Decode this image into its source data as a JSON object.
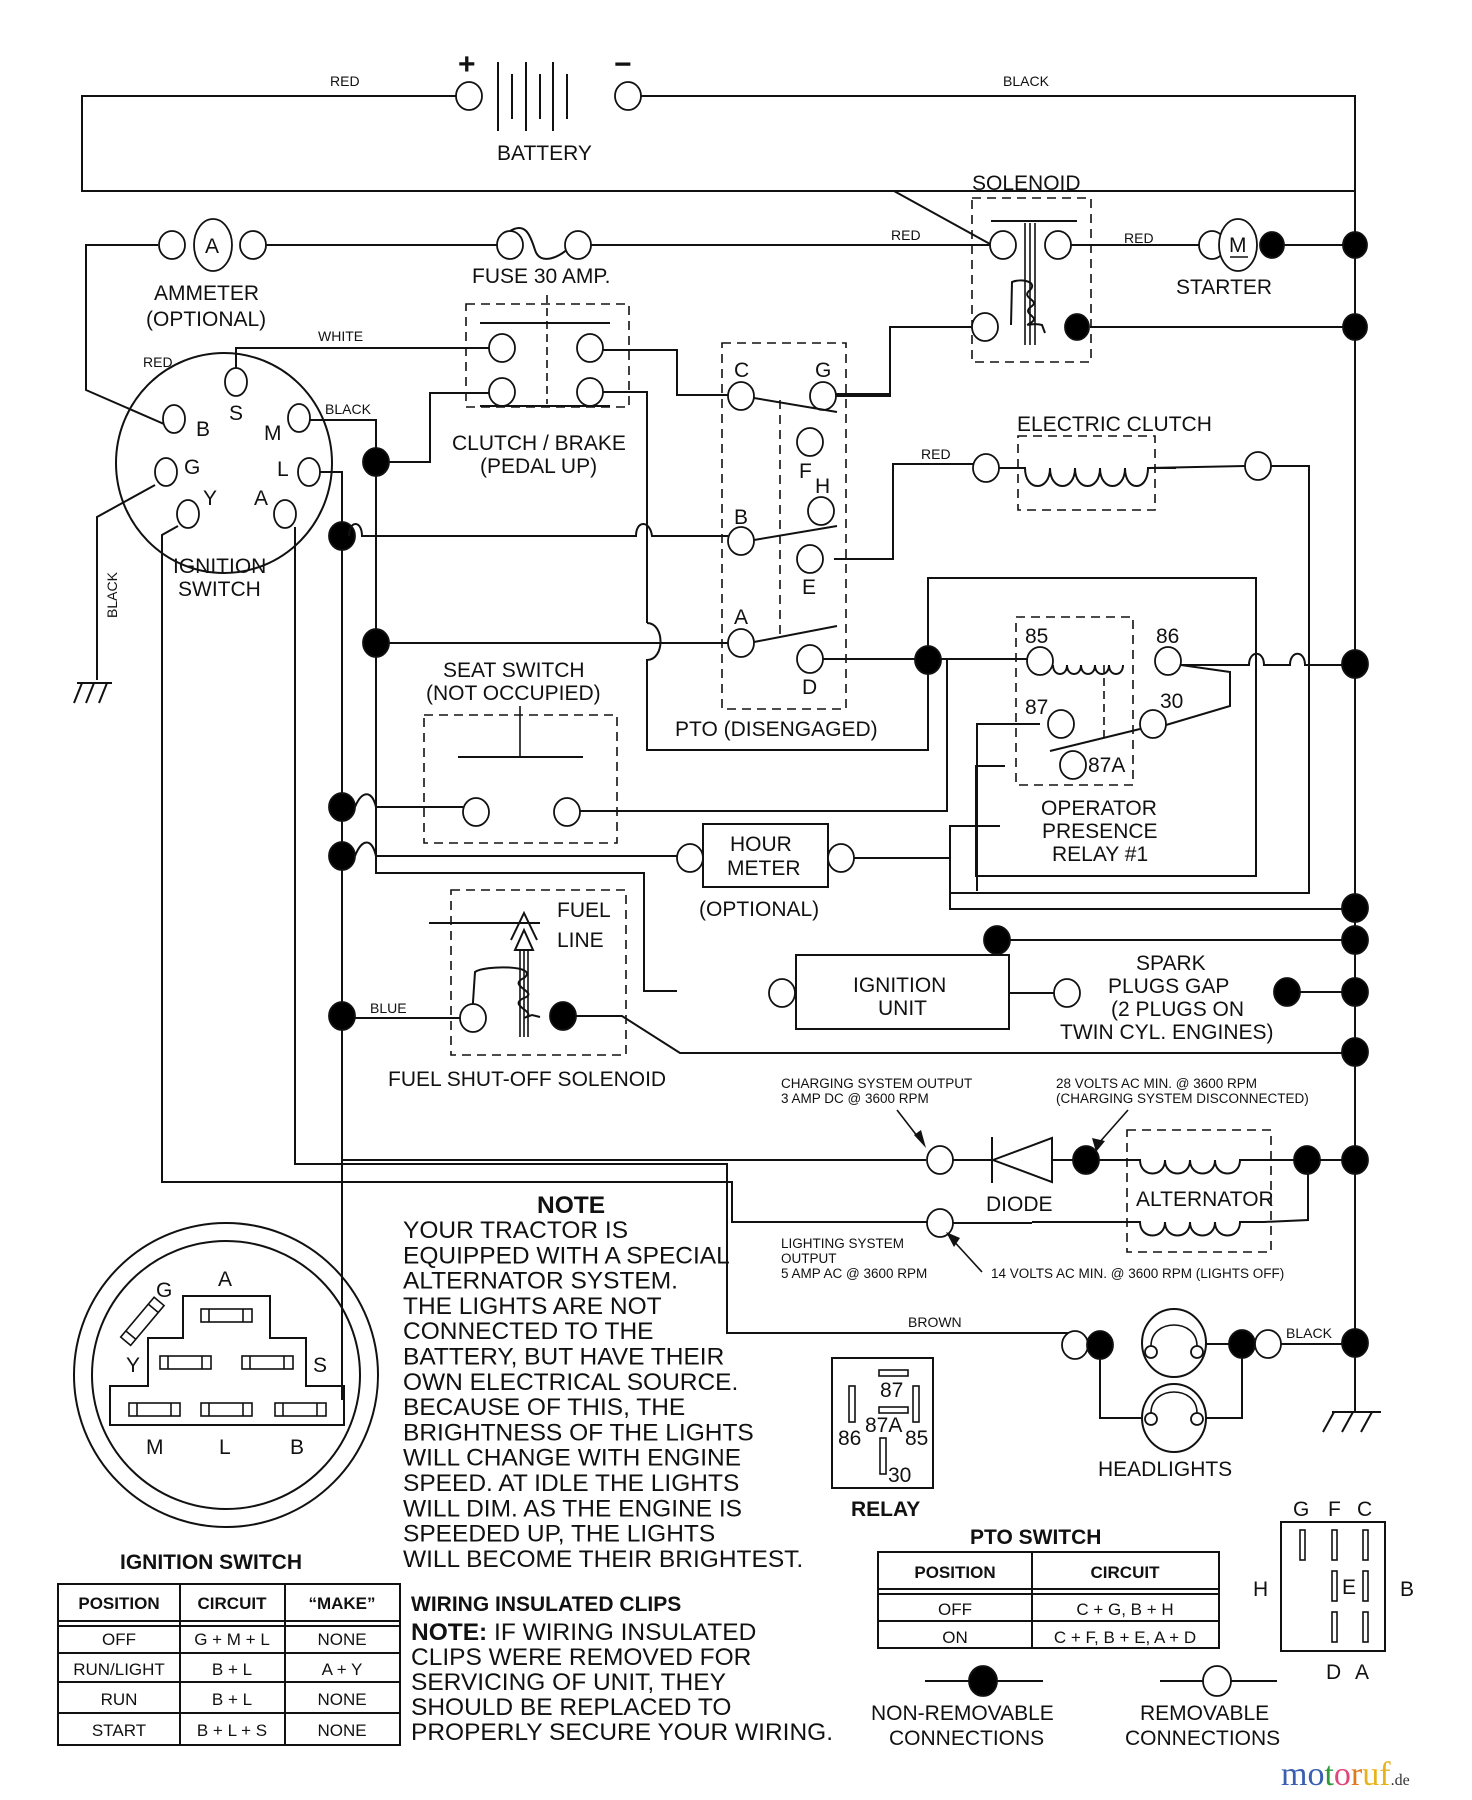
{
  "diagram": {
    "title": "Lawn tractor wiring schematic",
    "wire_colors": {
      "battery_pos": "RED",
      "battery_neg": "BLACK",
      "solenoid_in": "RED",
      "starter": "RED",
      "ignition_s": "WHITE",
      "ignition_b": "RED",
      "ignition_m": "BLACK",
      "ground": "BLACK",
      "clutch": "RED",
      "fuel": "BLUE",
      "lights": "BROWN",
      "lights_ground": "BLACK"
    },
    "components": {
      "battery": "BATTERY",
      "battery_plus": "+",
      "battery_minus": "−",
      "solenoid": "SOLENOID",
      "starter": "STARTER",
      "starter_symbol": "M",
      "ammeter_symbol": "A",
      "ammeter_l1": "AMMETER",
      "ammeter_l2": "(OPTIONAL)",
      "fuse": "FUSE 30 AMP.",
      "clutch_brake_l1": "CLUTCH / BRAKE",
      "clutch_brake_l2": "(PEDAL UP)",
      "ignition_switch_l1": "IGNITION",
      "ignition_switch_l2": "SWITCH",
      "ign_terminals": {
        "S": "S",
        "B": "B",
        "M": "M",
        "G": "G",
        "L": "L",
        "Y": "Y",
        "A": "A"
      },
      "pto_terminals": {
        "C": "C",
        "G": "G",
        "F": "F",
        "H": "H",
        "B": "B",
        "E": "E",
        "A": "A",
        "D": "D"
      },
      "pto_label": "PTO (DISENGAGED)",
      "electric_clutch": "ELECTRIC CLUTCH",
      "seat_switch_l1": "SEAT SWITCH",
      "seat_switch_l2": "(NOT OCCUPIED)",
      "relay_terminals": {
        "t85": "85",
        "t86": "86",
        "t87": "87",
        "t30": "30",
        "t87a": "87A"
      },
      "opr_l1": "OPERATOR",
      "opr_l2": "PRESENCE",
      "opr_l3": "RELAY #1",
      "hour_meter_l1": "HOUR",
      "hour_meter_l2": "METER",
      "hour_meter_opt": "(OPTIONAL)",
      "fuel_line_l1": "FUEL",
      "fuel_line_l2": "LINE",
      "fuel_solenoid": "FUEL SHUT-OFF SOLENOID",
      "ignition_unit_l1": "IGNITION",
      "ignition_unit_l2": "UNIT",
      "spark_l1": "SPARK",
      "spark_l2": "PLUGS GAP",
      "spark_l3": "(2 PLUGS ON",
      "spark_l4": "TWIN CYL. ENGINES)",
      "diode": "DIODE",
      "alternator": "ALTERNATOR",
      "headlights": "HEADLIGHTS"
    },
    "annotations": {
      "charging_output_l1": "CHARGING SYSTEM OUTPUT",
      "charging_output_l2": "3 AMP DC @ 3600 RPM",
      "volts28_l1": "28 VOLTS AC MIN. @ 3600 RPM",
      "volts28_l2": "(CHARGING SYSTEM DISCONNECTED)",
      "lighting_output_l1": "LIGHTING SYSTEM",
      "lighting_output_l2": "OUTPUT",
      "lighting_output_l3": "5 AMP AC @ 3600 RPM",
      "volts14": "14 VOLTS AC MIN. @ 3600 RPM (LIGHTS OFF)"
    }
  },
  "note": {
    "title": "NOTE",
    "lines": [
      "YOUR TRACTOR IS",
      "EQUIPPED WITH A SPECIAL",
      "ALTERNATOR SYSTEM.",
      "THE LIGHTS ARE NOT",
      "CONNECTED TO THE",
      "BATTERY, BUT HAVE THEIR",
      "OWN ELECTRICAL SOURCE.",
      "BECAUSE OF THIS, THE",
      "BRIGHTNESS OF THE LIGHTS",
      "WILL CHANGE WITH ENGINE",
      "SPEED.  AT IDLE THE LIGHTS",
      "WILL DIM.  AS THE ENGINE IS",
      "SPEEDED UP, THE LIGHTS",
      "WILL BECOME THEIR BRIGHTEST."
    ]
  },
  "clips_note": {
    "title": "WIRING INSULATED CLIPS",
    "lead": "NOTE:",
    "first": " IF WIRING INSULATED",
    "lines": [
      "CLIPS WERE REMOVED FOR",
      "SERVICING OF UNIT, THEY",
      "SHOULD BE REPLACED TO",
      "PROPERLY SECURE YOUR WIRING."
    ]
  },
  "ignition_face": {
    "labels": {
      "G": "G",
      "A": "A",
      "Y": "Y",
      "S": "S",
      "M": "M",
      "L": "L",
      "B": "B"
    }
  },
  "ignition_table": {
    "title": "IGNITION SWITCH",
    "headers": [
      "POSITION",
      "CIRCUIT",
      "“MAKE”"
    ],
    "rows": [
      [
        "OFF",
        "G + M + L",
        "NONE"
      ],
      [
        "RUN/LIGHT",
        "B + L",
        "A + Y"
      ],
      [
        "RUN",
        "B + L",
        "NONE"
      ],
      [
        "START",
        "B + L + S",
        "NONE"
      ]
    ]
  },
  "relay_face": {
    "title": "RELAY",
    "pins": {
      "p87": "87",
      "p87a": "87A",
      "p86": "86",
      "p85": "85",
      "p30": "30"
    }
  },
  "pto_table": {
    "title": "PTO SWITCH",
    "headers": [
      "POSITION",
      "CIRCUIT"
    ],
    "rows": [
      [
        "OFF",
        "C + G, B + H"
      ],
      [
        "ON",
        "C + F, B + E, A + D"
      ]
    ]
  },
  "pto_face": {
    "labels": {
      "G": "G",
      "F": "F",
      "C": "C",
      "H": "H",
      "E": "E",
      "B": "B",
      "D": "D",
      "A": "A"
    }
  },
  "legend": {
    "non_removable_l1": "NON-REMOVABLE",
    "non_removable_l2": "CONNECTIONS",
    "removable_l1": "REMOVABLE",
    "removable_l2": "CONNECTIONS"
  },
  "watermark": {
    "letters": [
      "m",
      "o",
      "t",
      "o",
      "r",
      "u",
      "f"
    ],
    "colors": [
      "#3b5fb0",
      "#3b5fb0",
      "#2e9a3c",
      "#e0457b",
      "#e07a1f",
      "#e8b21c",
      "#e8b21c"
    ],
    "suffix": ".de"
  }
}
